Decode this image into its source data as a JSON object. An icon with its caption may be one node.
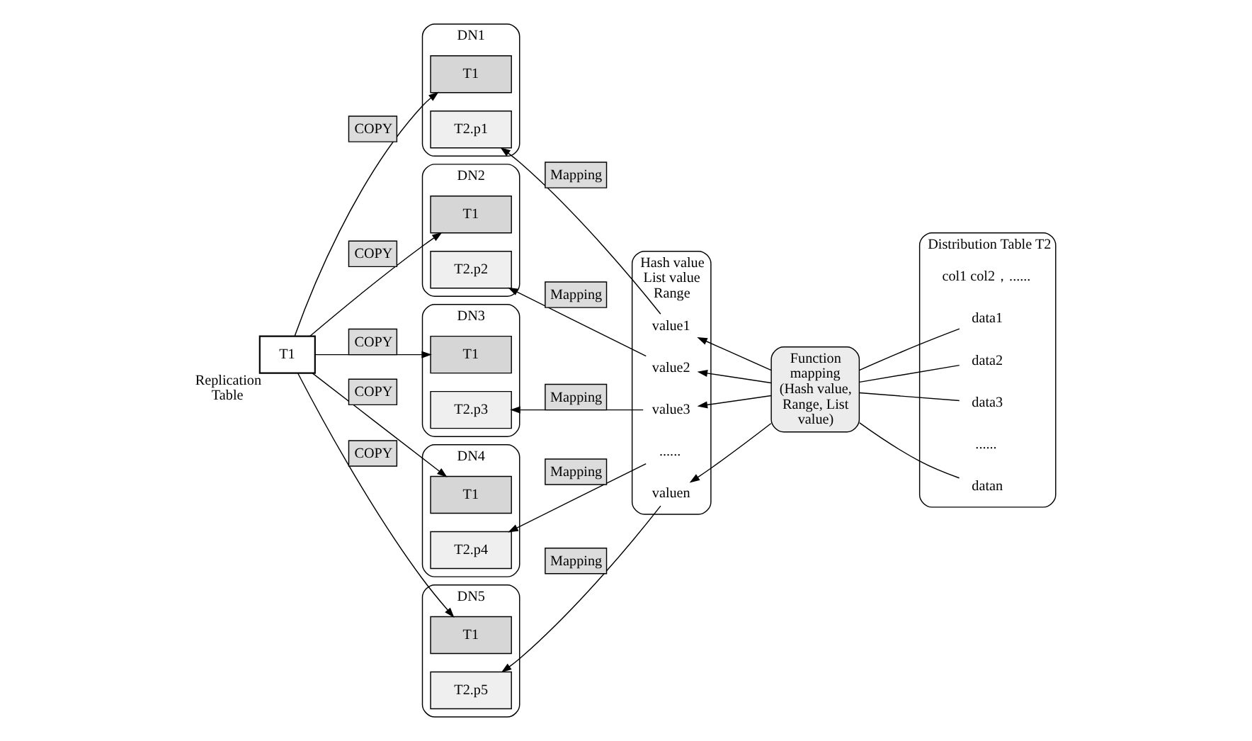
{
  "diagram": {
    "nodes": [
      {
        "text": [
          "T1"
        ],
        "beside": [
          "Replication Table"
        ]
      },
      {
        "text": [
          "DN1"
        ]
      },
      {
        "text": [
          "T1"
        ],
        "in": 1
      },
      {
        "text": [
          "T2.p1"
        ],
        "in": 1
      },
      {
        "text": [
          "DN2"
        ]
      },
      {
        "text": [
          "T1"
        ],
        "in": 4
      },
      {
        "text": [
          "T2.p2"
        ],
        "in": 4
      },
      {
        "text": [
          "DN3"
        ]
      },
      {
        "text": [
          "T1"
        ],
        "in": 7
      },
      {
        "text": [
          "T2.p3"
        ],
        "in": 7
      },
      {
        "text": [
          "DN4"
        ]
      },
      {
        "text": [
          "T1"
        ],
        "in": 10
      },
      {
        "text": [
          "T2.p4"
        ],
        "in": 10
      },
      {
        "text": [
          "DN5"
        ]
      },
      {
        "text": [
          "T1"
        ],
        "in": 13
      },
      {
        "text": [
          "T2.p5"
        ],
        "in": 13
      },
      {
        "text": [
          "Hash value List value Range"
        ]
      },
      {
        "text": [
          "value1"
        ],
        "in": 16
      },
      {
        "text": [
          "value2"
        ],
        "in": 16
      },
      {
        "text": [
          "value3"
        ],
        "in": 16
      },
      {
        "text": [
          "......"
        ],
        "in": 16
      },
      {
        "text": [
          "valuen"
        ],
        "in": 16
      },
      {
        "text": [
          "Function mapping (Hash value, Range, List value)"
        ]
      },
      {
        "text": [
          "Distribution Table T2"
        ]
      },
      {
        "text": [
          "col1 col2，......"
        ],
        "in": 23
      },
      {
        "text": [
          "data1"
        ],
        "in": 23
      },
      {
        "text": [
          "data2"
        ],
        "in": 23
      },
      {
        "text": [
          "data3"
        ],
        "in": 23
      },
      {
        "text": [
          "......"
        ],
        "in": 23
      },
      {
        "text": [
          "datan"
        ],
        "in": 23
      }
    ],
    "edges": [
      {
        "from": 0,
        "to": 2,
        "arrow": "to",
        "label": "COPY"
      },
      {
        "from": 0,
        "to": 5,
        "arrow": "to",
        "label": "COPY"
      },
      {
        "from": 0,
        "to": 8,
        "arrow": "to",
        "label": "COPY"
      },
      {
        "from": 0,
        "to": 11,
        "arrow": "to",
        "label": "COPY"
      },
      {
        "from": 0,
        "to": 14,
        "arrow": "to",
        "label": "COPY"
      },
      {
        "from": 17,
        "to": 3,
        "arrow": "to",
        "label": "Mapping"
      },
      {
        "from": 18,
        "to": 6,
        "arrow": "to",
        "label": "Mapping"
      },
      {
        "from": 19,
        "to": 9,
        "arrow": "to",
        "label": "Mapping"
      },
      {
        "from": 20,
        "to": 12,
        "arrow": "to",
        "label": "Mapping"
      },
      {
        "from": 21,
        "to": 15,
        "arrow": "to",
        "label": "Mapping"
      },
      {
        "from": 22,
        "to": 17,
        "arrow": "to"
      },
      {
        "from": 22,
        "to": 18,
        "arrow": "to"
      },
      {
        "from": 22,
        "to": 19,
        "arrow": "to"
      },
      {
        "from": 22,
        "to": 21,
        "arrow": "to"
      },
      {
        "from": 25,
        "to": 22,
        "arrow": "none"
      },
      {
        "from": 26,
        "to": 22,
        "arrow": "none"
      },
      {
        "from": 27,
        "to": 22,
        "arrow": "none"
      },
      {
        "from": 29,
        "to": 22,
        "arrow": "none"
      }
    ]
  }
}
